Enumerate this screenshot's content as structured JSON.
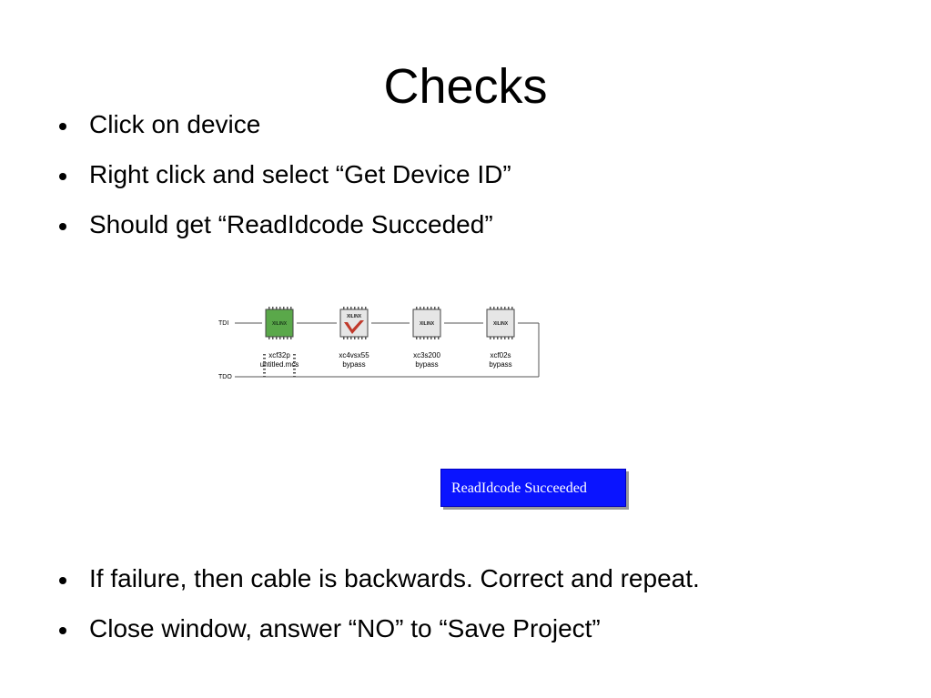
{
  "title": "Checks",
  "bullets_top": [
    "Click on device",
    "Right click and select “Get Device ID”",
    "Should get “ReadIdcode Succeded”"
  ],
  "bullets_bottom": [
    "If failure, then cable is backwards. Correct and repeat.",
    "Close window, answer “NO” to “Save Project”"
  ],
  "chain": {
    "tdi_label": "TDI",
    "tdo_label": "TDO",
    "logo_text": "XILINX",
    "devices": [
      {
        "name": "xcf32p",
        "status": "untitled.mcs",
        "color": "#5aa84a"
      },
      {
        "name": "xc4vsx55",
        "status": "bypass",
        "color": "#e6e6e6"
      },
      {
        "name": "xc3s200",
        "status": "bypass",
        "color": "#e6e6e6"
      },
      {
        "name": "xcf02s",
        "status": "bypass",
        "color": "#e6e6e6"
      }
    ]
  },
  "status_popup": {
    "text": "ReadIdcode Succeeded",
    "color": "#0a14ff"
  }
}
